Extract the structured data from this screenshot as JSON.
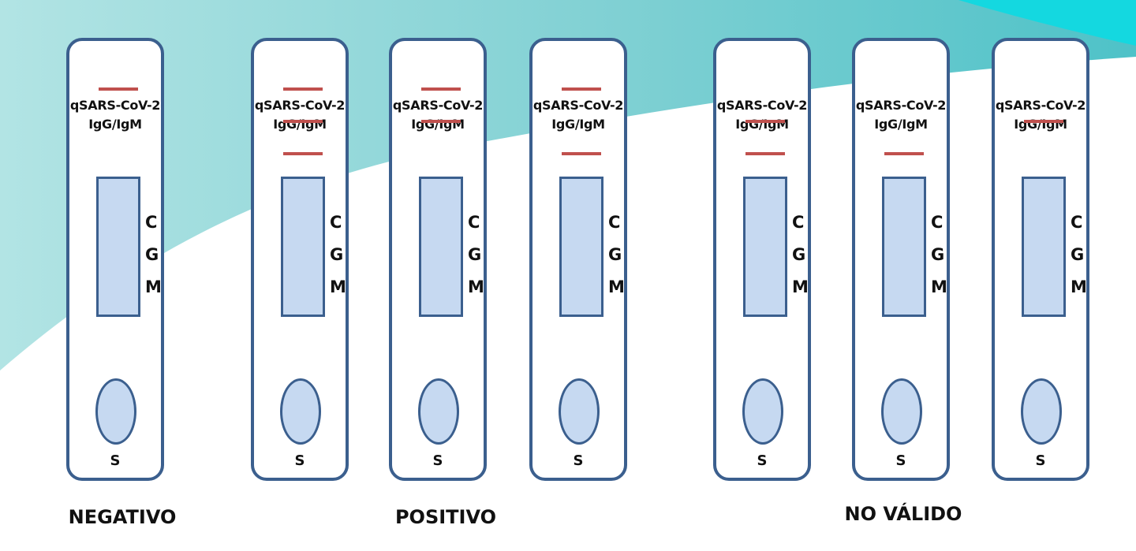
{
  "groups": [
    {
      "caption": "NEGATIVO"
    },
    {
      "caption": "POSITIVO"
    },
    {
      "caption": "NO VÁLIDO"
    }
  ],
  "cassette_label": {
    "line1": "qSARS-CoV-2",
    "line2": "IgG/IgM"
  },
  "markers": {
    "c": "C",
    "g": "G",
    "m": "M"
  },
  "sample_label": "S",
  "line_color": "#c0504d",
  "border_color": "#3b5f8e",
  "fill_color": "#c6d9f1",
  "background_colors": [
    "#b2e4e4",
    "#5ec6cc",
    "#14d8e0"
  ],
  "cassettes": [
    {
      "group": "NEGATIVO",
      "bands": {
        "C": true,
        "G": false,
        "M": false
      }
    },
    {
      "group": "POSITIVO",
      "bands": {
        "C": true,
        "G": true,
        "M": true
      }
    },
    {
      "group": "POSITIVO",
      "bands": {
        "C": true,
        "G": true,
        "M": false
      }
    },
    {
      "group": "POSITIVO",
      "bands": {
        "C": true,
        "G": false,
        "M": true
      }
    },
    {
      "group": "NO VÁLIDO",
      "bands": {
        "C": false,
        "G": true,
        "M": true
      }
    },
    {
      "group": "NO VÁLIDO",
      "bands": {
        "C": false,
        "G": false,
        "M": true
      }
    },
    {
      "group": "NO VÁLIDO",
      "bands": {
        "C": false,
        "G": true,
        "M": false
      }
    }
  ]
}
